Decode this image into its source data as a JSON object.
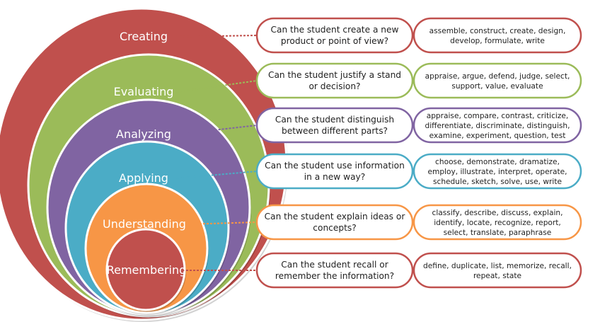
{
  "levels": [
    {
      "label": "Creating",
      "color": "#C0504D",
      "question": [
        "Can the student create a new",
        "product or point of view?"
      ],
      "verbs": [
        "assemble, construct, create, design,",
        "develop, formulate, write"
      ]
    },
    {
      "label": "Evaluating",
      "color": "#9BBB59",
      "question": [
        "Can the student justify a stand",
        "or decision?"
      ],
      "verbs": [
        "appraise, argue, defend, judge, select,",
        "support, value, evaluate"
      ]
    },
    {
      "label": "Analyzing",
      "color": "#8064A2",
      "question": [
        "Can the student distinguish",
        "between different parts?"
      ],
      "verbs": [
        "appraise, compare, contrast, criticize,",
        "differentiate, discriminate, distinguish,",
        "examine, experiment, question, test"
      ]
    },
    {
      "label": "Applying",
      "color": "#4BACC6",
      "question": [
        "Can the student use information",
        "in a new way?"
      ],
      "verbs": [
        "choose, demonstrate, dramatize,",
        "employ, illustrate, interpret, operate,",
        "schedule, sketch, solve, use, write"
      ]
    },
    {
      "label": "Understanding",
      "color": "#F79646",
      "question": [
        "Can the student explain ideas or",
        "concepts?"
      ],
      "verbs": [
        "classify, describe, discuss, explain,",
        "identify, locate, recognize, report,",
        "select, translate, paraphrase"
      ]
    },
    {
      "label": "Remembering",
      "color": "#C0504D",
      "question": [
        "Can the student recall or",
        "remember the information?"
      ],
      "verbs": [
        "define, duplicate, list, memorize, recall,",
        "repeat, state"
      ]
    }
  ]
}
